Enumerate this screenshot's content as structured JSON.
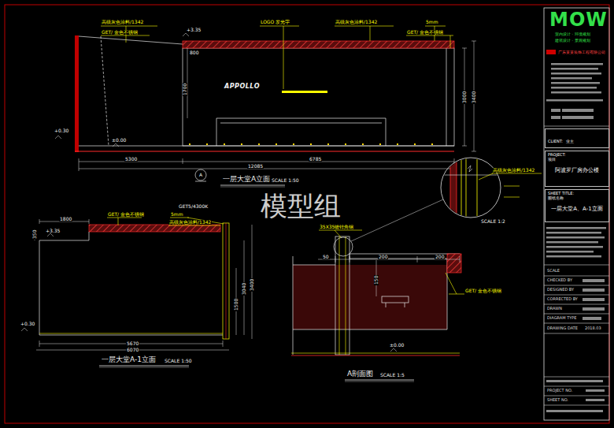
{
  "diagram": {
    "nodes": [
      {
        "text": [
          "CLIENT:",
          "业主"
        ]
      },
      {
        "text": [
          "PROJECT:",
          "项目",
          "阿波罗厂房办公楼"
        ]
      },
      {
        "text": [
          "SHEET TITLE:",
          "图纸名称",
          "一层大堂A、A-1立面"
        ]
      }
    ],
    "labels": [
      "模型组",
      "高级灰色涂料/1342",
      "GET/ 金色不锈钢",
      "LOGO 发光字",
      "高级灰色涂料/1342",
      "5mm",
      "GET/ 金色不锈钢",
      "+3.35",
      "800",
      "APPOLLO",
      "1700",
      "3000",
      "3400",
      "+0.30",
      "±0.00",
      "5300",
      "6785",
      "12085",
      "A",
      "一层大堂A立面",
      "SCALE 1:50",
      "GET/ 金色不锈钢",
      "5mm",
      "高级灰色涂料/1342",
      "GET5/4300K",
      "1800",
      "350",
      "+3.35",
      "1500",
      "3040",
      "3400",
      "+0.30",
      "5670",
      "6070",
      "一层大堂A-1立面",
      "SCALE 1:50",
      "35X35镀锌角钢",
      "50",
      "200",
      "200",
      "150",
      "GET/ 金色不锈钢",
      "±0.00",
      "A剖面图",
      "SCALE 1:5",
      "高级灰色涂料/1342",
      "SCALE 1:2",
      "MOW",
      "室内设计 · 环境规划",
      "建筑设计 · 景观规划",
      "广东某某装饰工程有限公司",
      "SCALE",
      "CHECKED BY",
      "DESIGNED BY",
      "CORRECTED BY",
      "DRAWN",
      "DIAGRAM TYPE",
      "DRAWING DATE",
      "2018.03",
      "PROJECT NO.",
      "SHEET NO."
    ]
  }
}
